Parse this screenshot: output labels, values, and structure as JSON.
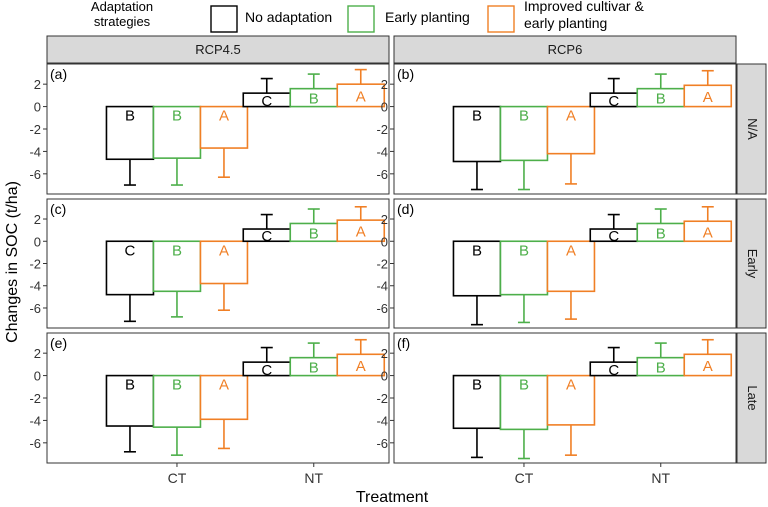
{
  "chart_data": {
    "type": "bar",
    "legend_title": "Adaptation\nstrategies",
    "legend_position": "top",
    "xlabel": "Treatment",
    "ylabel": "Changes in SOC (t/ha)",
    "ylim": [
      -7.8,
      3.8
    ],
    "yticks": [
      2,
      0,
      -2,
      -4,
      -6
    ],
    "categories": [
      "CT",
      "NT"
    ],
    "column_strips": [
      "RCP4.5",
      "RCP6"
    ],
    "row_strips": [
      "N/A",
      "Early",
      "Late"
    ],
    "series": [
      {
        "name": "No adaptation",
        "color": "#000000"
      },
      {
        "name": "Early planting",
        "color": "#4daf4a"
      },
      {
        "name": "Improved cultivar &\nearly planting",
        "color": "#f07f25"
      }
    ],
    "panels": [
      {
        "tag": "(a)",
        "col": 0,
        "row": 0,
        "values": [
          [
            -4.7,
            -4.6,
            -3.7
          ],
          [
            1.2,
            1.6,
            2.0
          ]
        ],
        "errors": [
          [
            2.3,
            2.4,
            2.6
          ],
          [
            1.3,
            1.3,
            1.3
          ]
        ],
        "letters": [
          [
            "B",
            "B",
            "A"
          ],
          [
            "C",
            "B",
            "A"
          ]
        ]
      },
      {
        "tag": "(b)",
        "col": 1,
        "row": 0,
        "values": [
          [
            -4.9,
            -4.8,
            -4.2
          ],
          [
            1.2,
            1.6,
            1.9
          ]
        ],
        "errors": [
          [
            2.5,
            2.6,
            2.7
          ],
          [
            1.3,
            1.3,
            1.3
          ]
        ],
        "letters": [
          [
            "B",
            "B",
            "A"
          ],
          [
            "C",
            "B",
            "A"
          ]
        ]
      },
      {
        "tag": "(c)",
        "col": 0,
        "row": 1,
        "values": [
          [
            -4.8,
            -4.5,
            -3.8
          ],
          [
            1.1,
            1.6,
            1.9
          ]
        ],
        "errors": [
          [
            2.4,
            2.3,
            2.4
          ],
          [
            1.3,
            1.3,
            1.2
          ]
        ],
        "letters": [
          [
            "C",
            "B",
            "A"
          ],
          [
            "C",
            "B",
            "A"
          ]
        ]
      },
      {
        "tag": "(d)",
        "col": 1,
        "row": 1,
        "values": [
          [
            -4.9,
            -4.8,
            -4.5
          ],
          [
            1.1,
            1.6,
            1.8
          ]
        ],
        "errors": [
          [
            2.6,
            2.5,
            2.5
          ],
          [
            1.3,
            1.3,
            1.3
          ]
        ],
        "letters": [
          [
            "B",
            "B",
            "A"
          ],
          [
            "C",
            "B",
            "A"
          ]
        ]
      },
      {
        "tag": "(e)",
        "col": 0,
        "row": 2,
        "values": [
          [
            -4.5,
            -4.6,
            -3.9
          ],
          [
            1.2,
            1.6,
            1.9
          ]
        ],
        "errors": [
          [
            2.3,
            2.5,
            2.6
          ],
          [
            1.3,
            1.3,
            1.3
          ]
        ],
        "letters": [
          [
            "B",
            "B",
            "A"
          ],
          [
            "C",
            "B",
            "A"
          ]
        ]
      },
      {
        "tag": "(f)",
        "col": 1,
        "row": 2,
        "values": [
          [
            -4.7,
            -4.8,
            -4.4
          ],
          [
            1.2,
            1.6,
            1.9
          ]
        ],
        "errors": [
          [
            2.6,
            2.6,
            2.7
          ],
          [
            1.3,
            1.3,
            1.3
          ]
        ],
        "letters": [
          [
            "B",
            "B",
            "A"
          ],
          [
            "C",
            "B",
            "A"
          ]
        ]
      }
    ]
  }
}
